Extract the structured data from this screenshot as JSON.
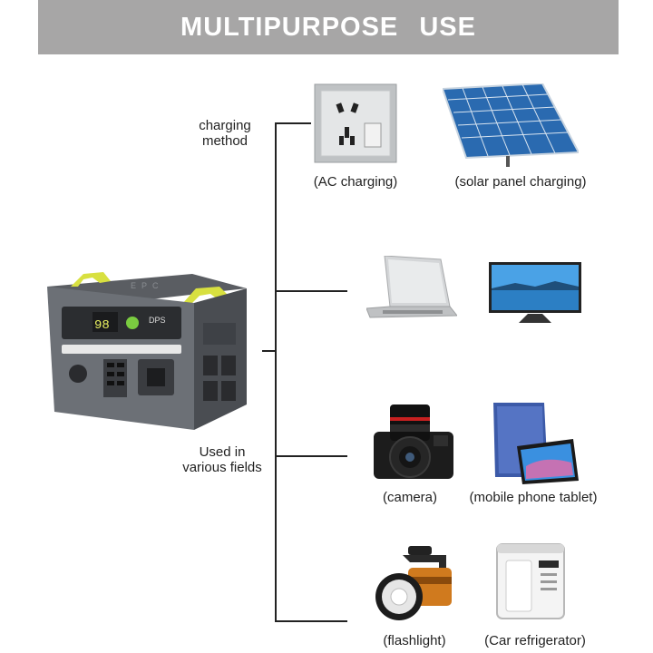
{
  "banner": {
    "title": "MULTIPURPOSE   USE"
  },
  "labels": {
    "charging_method_line1": "charging",
    "charging_method_line2": "method",
    "used_in_line1": "Used in",
    "used_in_line2": "various fields"
  },
  "product": {
    "brand_text": "EPC",
    "display_value": "98",
    "badge_text": "DPS"
  },
  "items": {
    "ac_charging": "(AC charging)",
    "solar_panel": "(solar panel charging)",
    "camera": "(camera)",
    "tablet": "(mobile phone tablet)",
    "flashlight": "(flashlight)",
    "refrigerator": "(Car refrigerator)"
  }
}
